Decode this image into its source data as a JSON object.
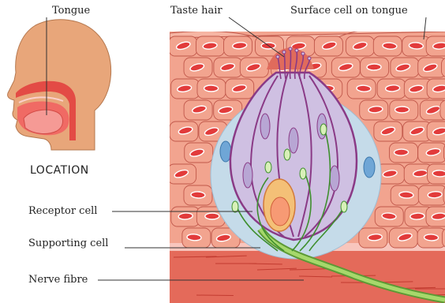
{
  "labels": {
    "tongue": "Tongue",
    "taste_hair": "Taste hair",
    "surface_cell": "Surface cell on tongue",
    "location": "LOCATION",
    "receptor_cell": "Receptor cell",
    "supporting_cell": "Supporting cell",
    "nerve_fibre": "Nerve fibre"
  },
  "colors": {
    "skin": "#e8a67a",
    "tissue": "#f2a48f",
    "cell_border": "#c0574a",
    "nucleus": "#e23b3b",
    "bud_fill": "#cfc0e2",
    "bud_outline": "#8a3a86",
    "halo": "#c5dbe9",
    "receptor": "#f4c077",
    "nerve": "#7fc24a",
    "muscle": "#e46a5a"
  }
}
